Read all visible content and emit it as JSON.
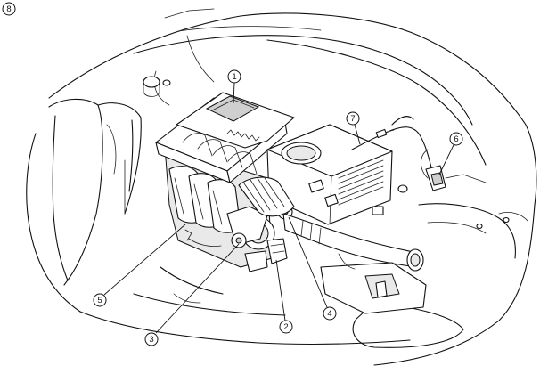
{
  "figure_id": "8",
  "callouts": [
    {
      "id": "c1",
      "label": "1"
    },
    {
      "id": "c2",
      "label": "2"
    },
    {
      "id": "c3",
      "label": "3"
    },
    {
      "id": "c4",
      "label": "4"
    },
    {
      "id": "c5",
      "label": "5"
    },
    {
      "id": "c6",
      "label": "6"
    },
    {
      "id": "c7",
      "label": "7"
    }
  ]
}
